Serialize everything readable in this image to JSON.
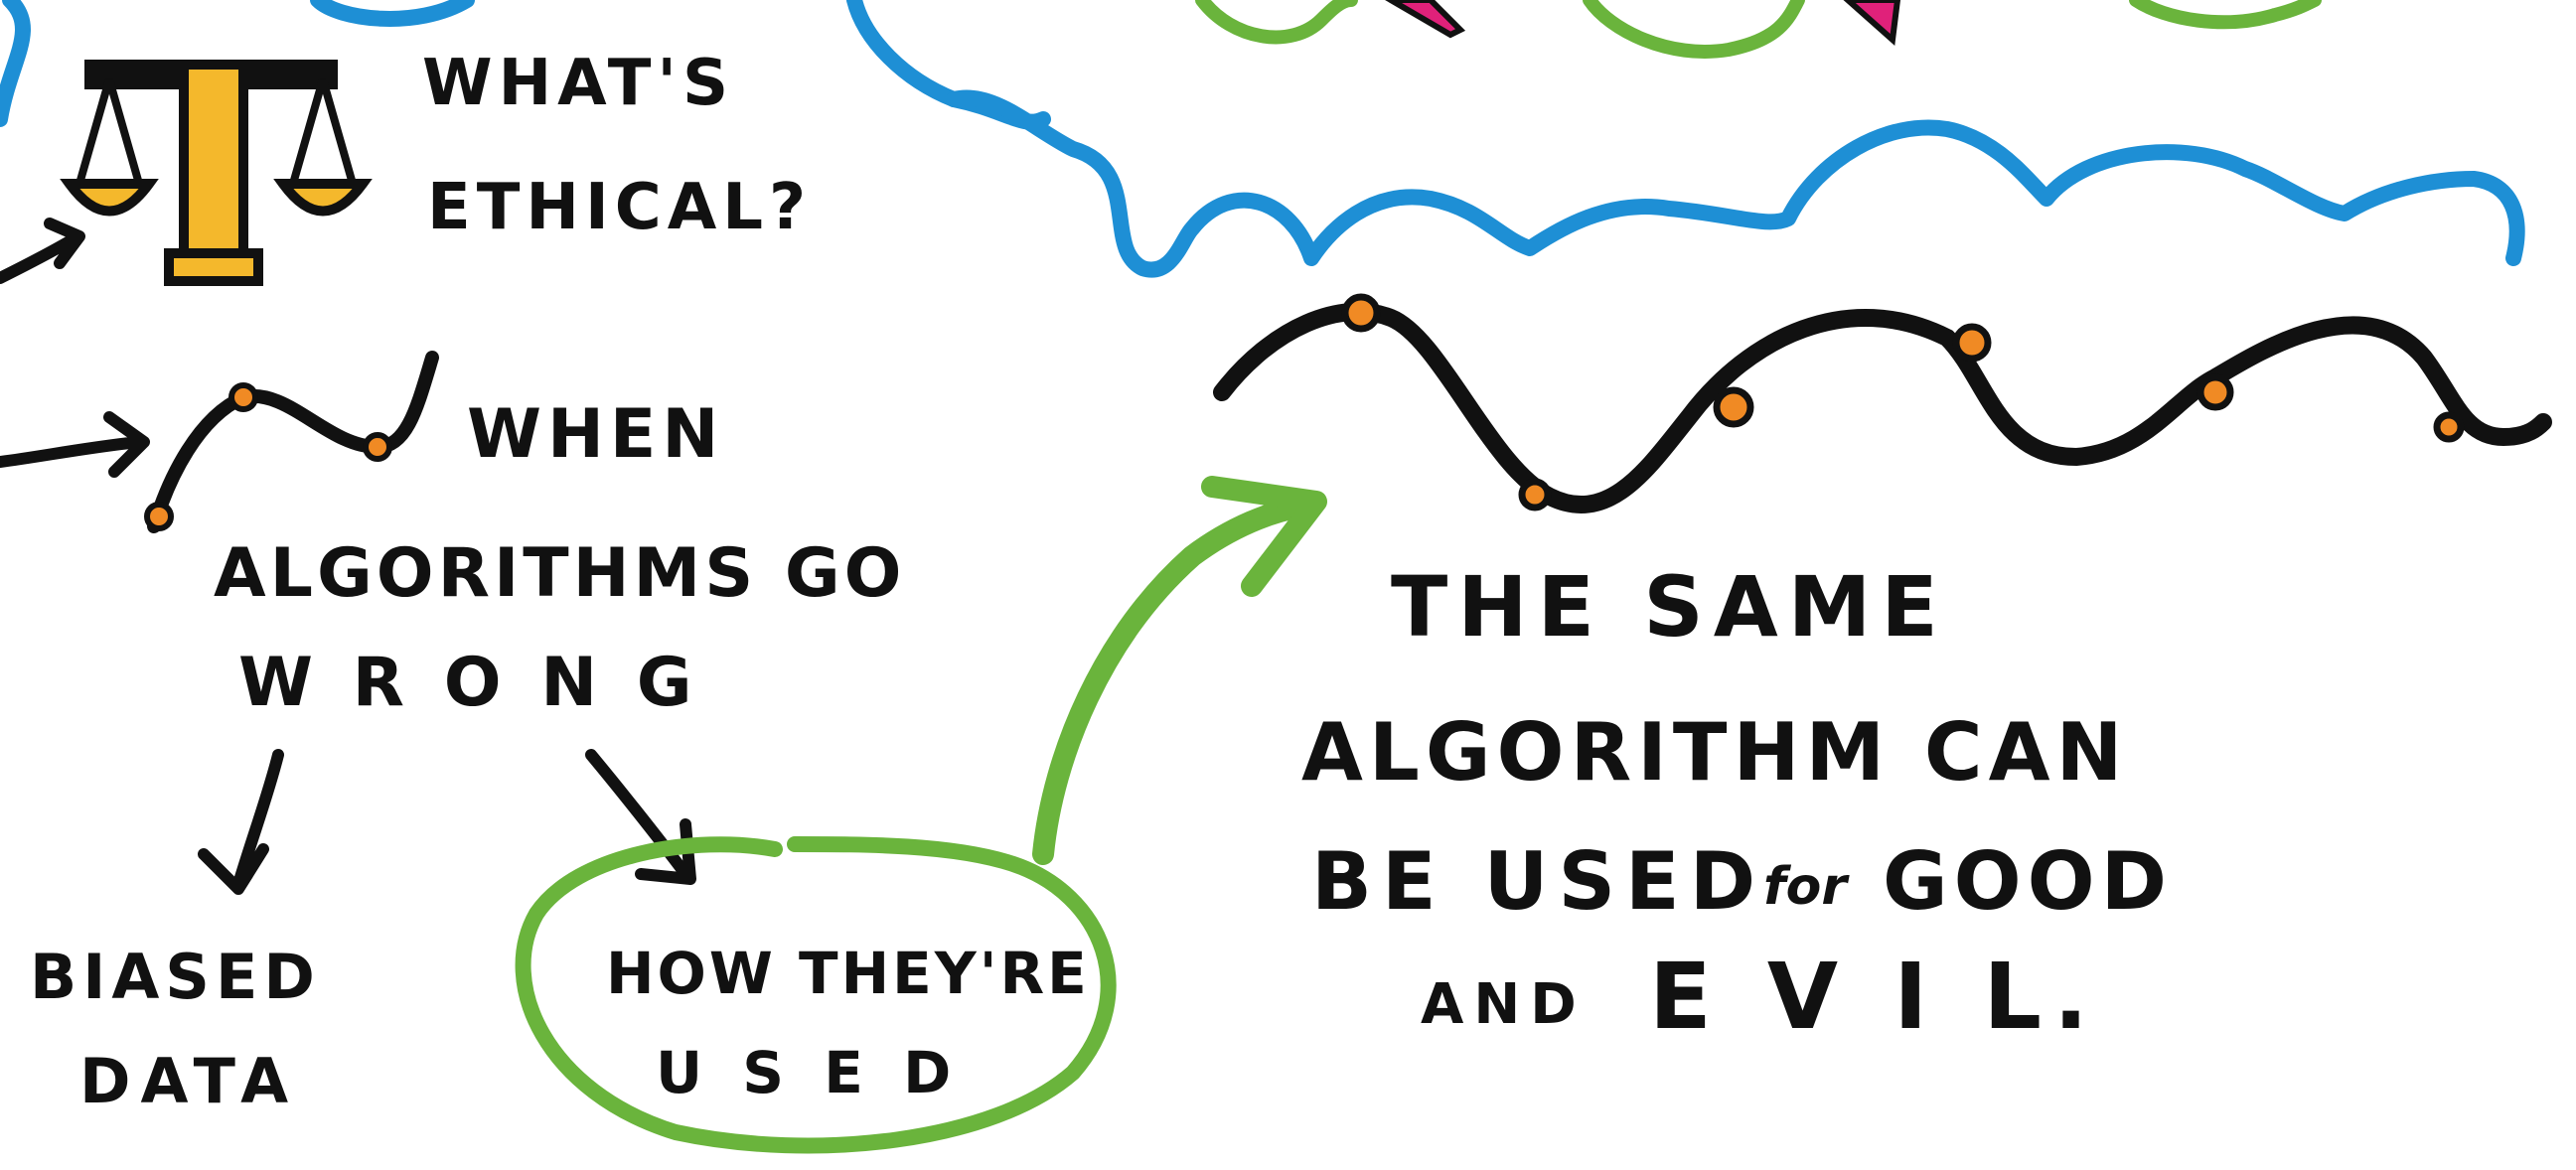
{
  "colors": {
    "ink": "#111111",
    "cloud_blue": "#1e8fd5",
    "green": "#6ab43c",
    "scale_gold": "#f4b82c",
    "node_orange": "#f08a24",
    "pink": "#e0217a"
  },
  "icons": {
    "scales": "balance-scale-icon",
    "wave": "wavy-line-icon"
  },
  "ethics": {
    "line1": "WHAT'S",
    "line2": "ETHICAL?"
  },
  "wrong": {
    "line1": "WHEN",
    "line2": "ALGORITHMS GO",
    "line3": "W R O N G"
  },
  "biased": {
    "line1": "BIASED",
    "line2": "DATA"
  },
  "used": {
    "line1": "HOW THEY'RE",
    "line2": "U S E D"
  },
  "same": {
    "line1": "THE SAME",
    "line2": "ALGORITHM CAN",
    "line3_a": "BE USED",
    "line3_b": "for",
    "line3_c": "GOOD",
    "line4_a": "AND",
    "line4_b": "E V I L."
  }
}
